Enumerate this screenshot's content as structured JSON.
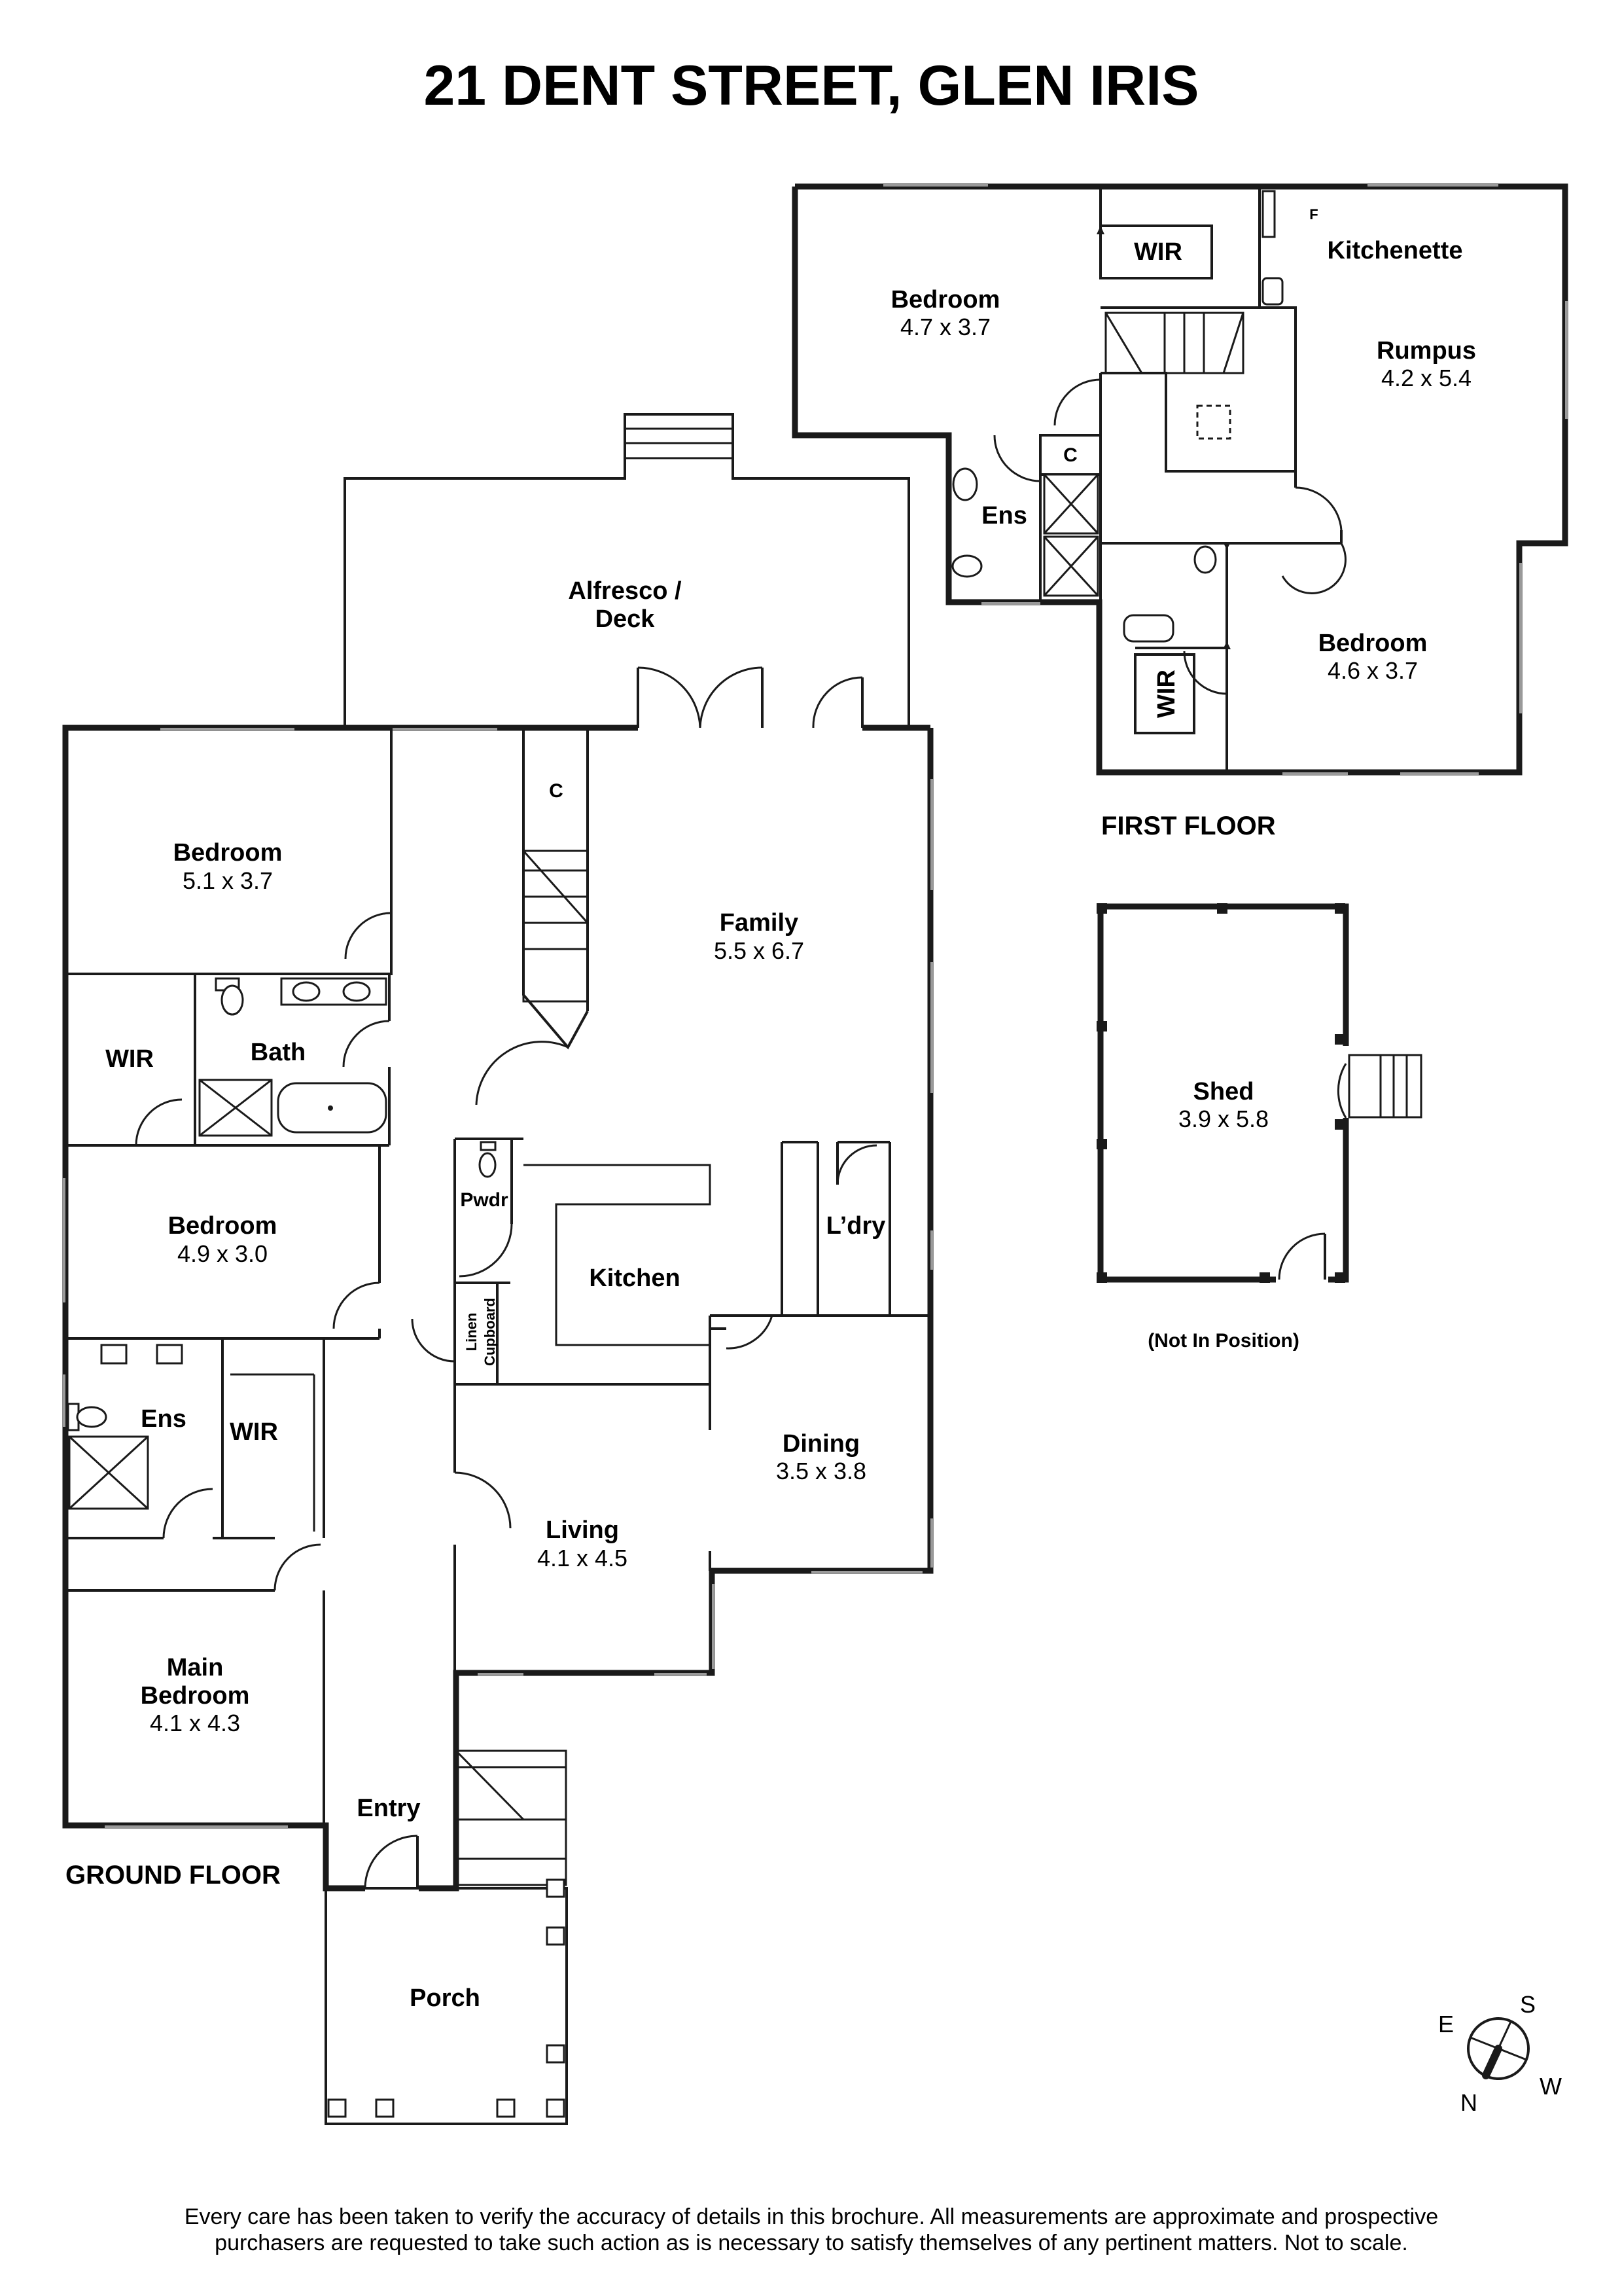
{
  "title": "21 DENT STREET, GLEN IRIS",
  "floors": {
    "ground": "GROUND FLOOR",
    "first": "FIRST FLOOR",
    "shed_note": "(Not In Position)"
  },
  "rooms": {
    "alfresco": {
      "name": "Alfresco /",
      "name2": "Deck"
    },
    "bedroom_gf1": {
      "name": "Bedroom",
      "dim": "5.1 x 3.7"
    },
    "wir_gf1": {
      "name": "WIR"
    },
    "bath": {
      "name": "Bath"
    },
    "bedroom_gf2": {
      "name": "Bedroom",
      "dim": "4.9 x 3.0"
    },
    "ens_gf": {
      "name": "Ens"
    },
    "wir_gf2": {
      "name": "WIR"
    },
    "main_bedroom": {
      "name": "Main",
      "name2": "Bedroom",
      "dim": "4.1 x 4.3"
    },
    "entry": {
      "name": "Entry"
    },
    "porch": {
      "name": "Porch"
    },
    "family": {
      "name": "Family",
      "dim": "5.5 x 6.7"
    },
    "cupboard_gf": {
      "name": "C"
    },
    "pwdr": {
      "name": "Pwdr"
    },
    "linen": {
      "name": "Linen",
      "name2": "Cupboard"
    },
    "kitchen": {
      "name": "Kitchen"
    },
    "laundry": {
      "name": "L’dry"
    },
    "dining": {
      "name": "Dining",
      "dim": "3.5 x 3.8"
    },
    "living": {
      "name": "Living",
      "dim": "4.1 x 4.5"
    },
    "bedroom_ff1": {
      "name": "Bedroom",
      "dim": "4.7 x 3.7"
    },
    "wir_ff1": {
      "name": "WIR"
    },
    "kitchenette": {
      "name": "Kitchenette",
      "fridge": "F"
    },
    "rumpus": {
      "name": "Rumpus",
      "dim": "4.2 x 5.4"
    },
    "ens_ff": {
      "name": "Ens"
    },
    "cupboard_ff": {
      "name": "C"
    },
    "bedroom_ff2": {
      "name": "Bedroom",
      "dim": "4.6 x 3.7"
    },
    "wir_ff2": {
      "name": "WIR"
    },
    "shed": {
      "name": "Shed",
      "dim": "3.9 x 5.8"
    }
  },
  "compass": {
    "n": "N",
    "s": "S",
    "e": "E",
    "w": "W"
  },
  "disclaimer": {
    "line1": "Every care has been taken to verify the accuracy of details in this brochure. All measurements are approximate and prospective",
    "line2": "purchasers are requested to take such action as is necessary to satisfy themselves of any pertinent matters. Not to scale."
  }
}
